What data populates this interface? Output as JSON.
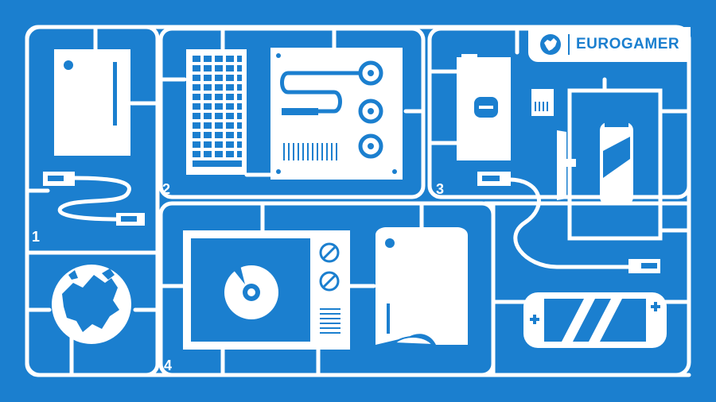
{
  "brand": {
    "name": "EUROGAMER",
    "color": "#1b7fcf",
    "logo_icon": "europe-globe-icon"
  },
  "sections": [
    {
      "number": "1",
      "contents": [
        "tablet",
        "usb-cable",
        "europe-globe"
      ]
    },
    {
      "number": "2",
      "contents": [
        "keyboard",
        "motherboard"
      ]
    },
    {
      "number": "3",
      "contents": [
        "phone",
        "sd-card",
        "soda-can-monitor",
        "usb-cable"
      ]
    },
    {
      "number": "4",
      "contents": [
        "tv-with-disc",
        "console",
        "handheld-controller"
      ]
    }
  ],
  "colors": {
    "background": "#1b7fcf",
    "parts": "#ffffff"
  }
}
